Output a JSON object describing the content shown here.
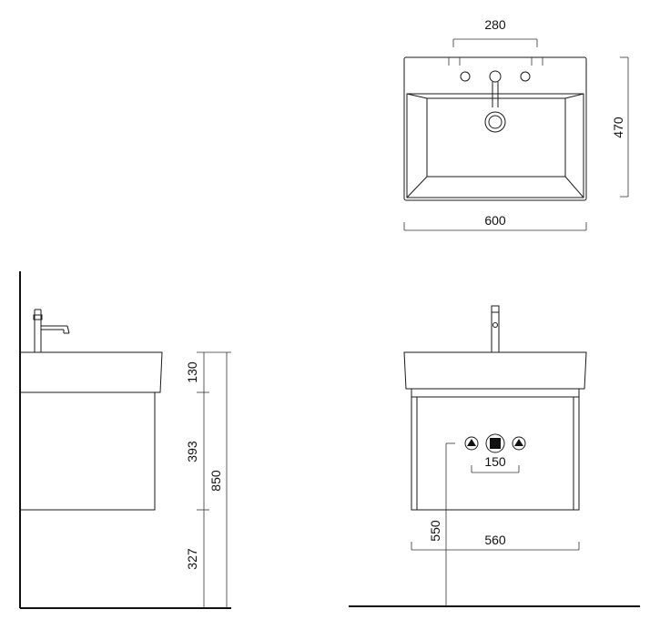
{
  "top_view": {
    "hole_spacing": "280",
    "depth": "470",
    "width": "600"
  },
  "side_view": {
    "basin_height": "130",
    "cabinet_height": "393",
    "total_height": "850",
    "floor_to_cabinet": "327"
  },
  "front_view": {
    "drain_spacing": "150",
    "cabinet_width": "560",
    "drain_height": "550"
  },
  "colors": {
    "line": "#1a1a1a",
    "background": "#ffffff"
  }
}
